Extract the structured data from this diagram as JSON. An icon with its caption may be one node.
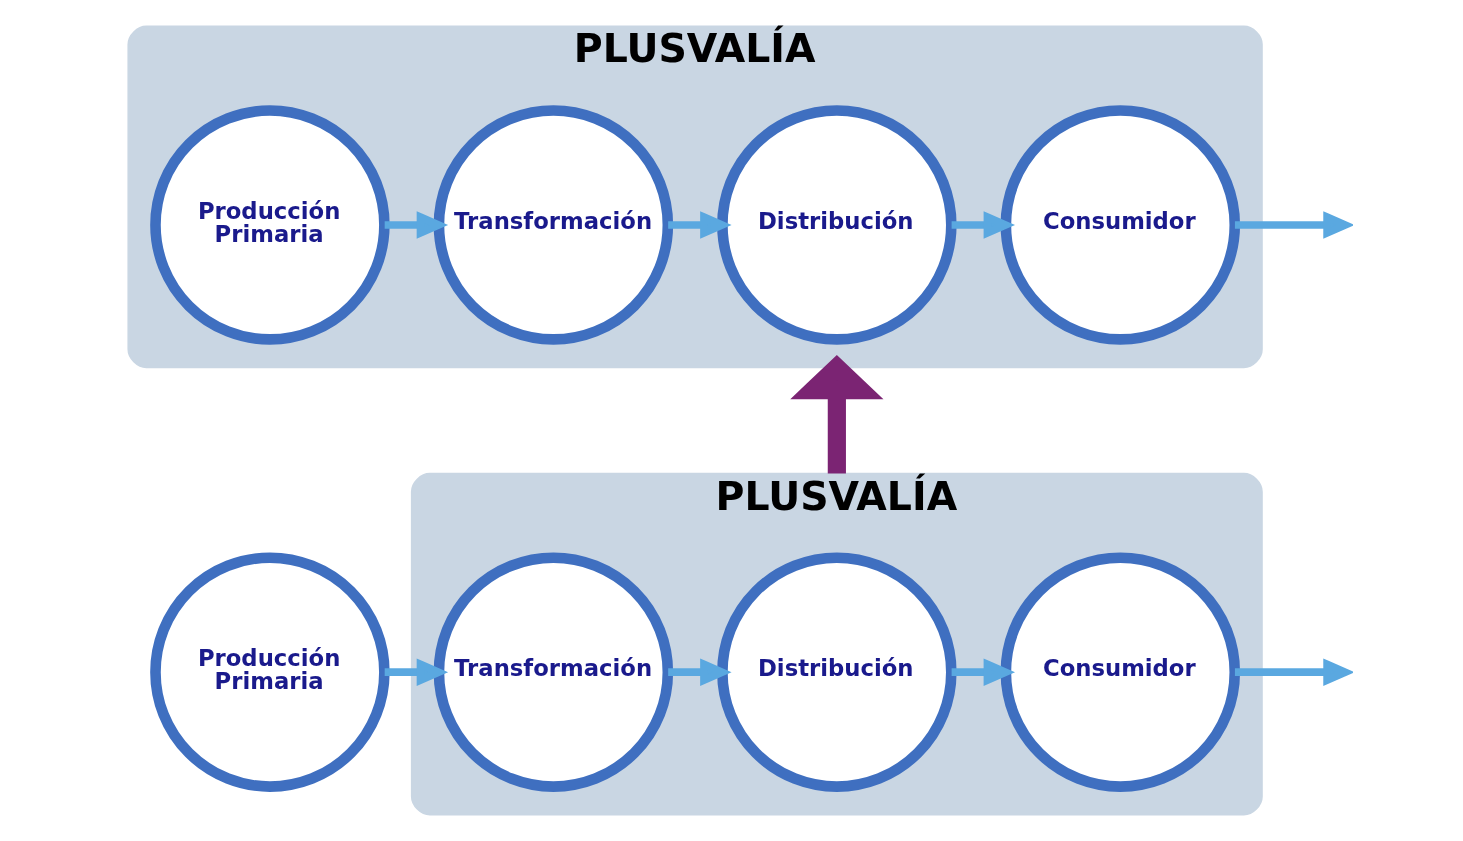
{
  "diagram": {
    "nodes": [
      {
        "text": [
          "PLUSVALÍA"
        ]
      },
      {
        "text": [
          "Producción Primaria"
        ]
      },
      {
        "text": [
          "Transformación"
        ],
        "in": 0
      },
      {
        "text": [
          "Distribución"
        ],
        "in": 0
      },
      {
        "text": [
          "Consumidor"
        ],
        "in": 0
      },
      {
        "text": [
          "PLUSVALÍA"
        ]
      },
      {
        "text": [
          "Producción Primaria"
        ],
        "in": 5
      },
      {
        "text": [
          "Transformación"
        ],
        "in": 5
      },
      {
        "text": [
          "Distribución"
        ],
        "in": 5
      },
      {
        "text": [
          "Consumidor"
        ],
        "in": 5
      }
    ],
    "edges": [
      {
        "from": 1,
        "to": 2,
        "arrow": "to"
      },
      {
        "from": 2,
        "to": 3,
        "arrow": "to"
      },
      {
        "from": 3,
        "to": 4,
        "arrow": "to"
      },
      {
        "from": 4,
        "to": null,
        "arrow": "to"
      },
      {
        "from": 0,
        "to": 5,
        "arrow": "to",
        "style": "thick",
        "color": "#7b2473"
      },
      {
        "from": 6,
        "to": 7,
        "arrow": "to"
      },
      {
        "from": 7,
        "to": 8,
        "arrow": "to"
      },
      {
        "from": 8,
        "to": 9,
        "arrow": "to"
      },
      {
        "from": 9,
        "to": null,
        "arrow": "to"
      }
    ]
  }
}
